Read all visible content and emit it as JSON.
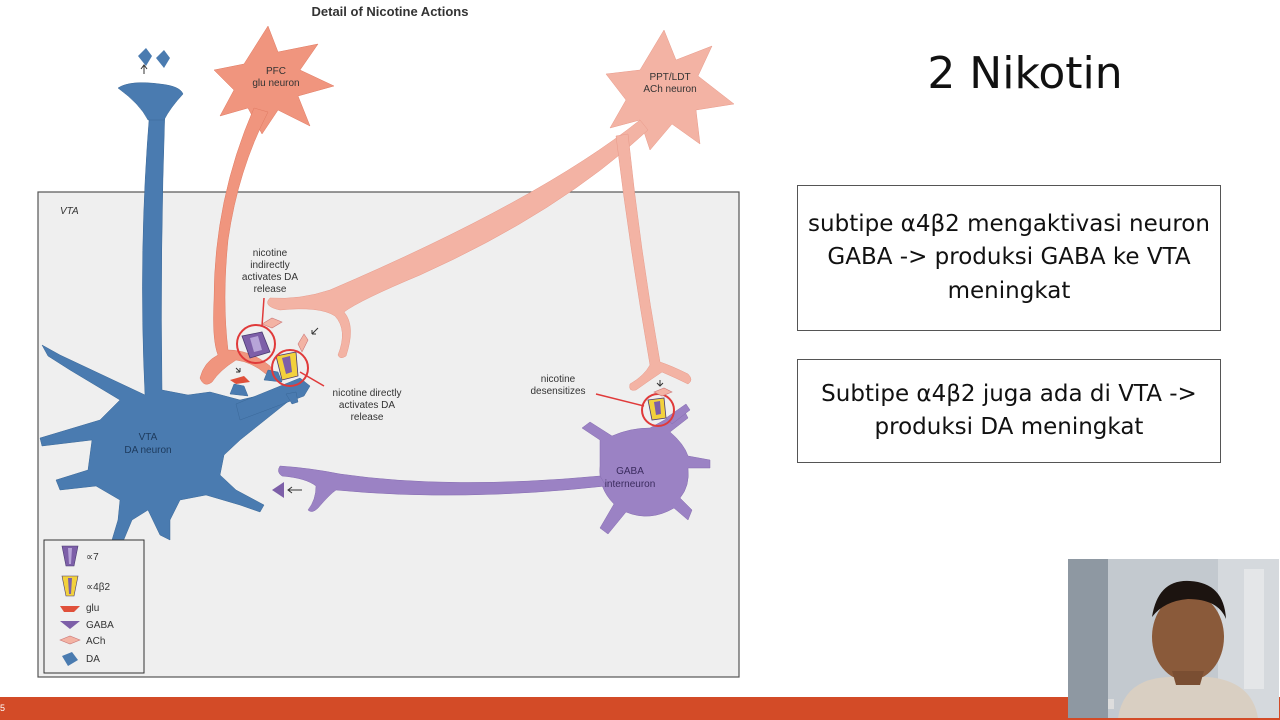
{
  "figure": {
    "title": "Detail of Nicotine Actions",
    "region_label": "VTA",
    "neurons": {
      "pfc": [
        "PFC",
        "glu neuron"
      ],
      "ppt": [
        "PPT/LDT",
        "ACh neuron"
      ],
      "vta": [
        "VTA",
        "DA neuron"
      ],
      "gaba": [
        "GABA",
        "interneuron"
      ]
    },
    "annotations": {
      "indirect": [
        "nicotine",
        "indirectly",
        "activates DA",
        "release"
      ],
      "direct": [
        "nicotine directly",
        "activates DA",
        "release"
      ],
      "desensitizes": [
        "nicotine",
        "desensitizes"
      ]
    },
    "legend": [
      "∝7",
      "∝4β2",
      "glu",
      "GABA",
      "ACh",
      "DA"
    ],
    "colors": {
      "da": "#4a7bb0",
      "glu": "#f0957e",
      "ach": "#f3b3a4",
      "gaba": "#9b82c4",
      "alpha7": "#7d5fa8",
      "alpha4b2": "#f2d13c",
      "marker": "#e03a3a",
      "region_bg": "#efefef"
    }
  },
  "slide": {
    "title": "2 Nikotin",
    "box1": "subtipe α4β2 mengaktivasi neuron GABA -> produksi GABA ke VTA meningkat",
    "box2": "Subtipe α4β2 juga ada di VTA -> produksi DA meningkat",
    "slide_number": "5"
  }
}
